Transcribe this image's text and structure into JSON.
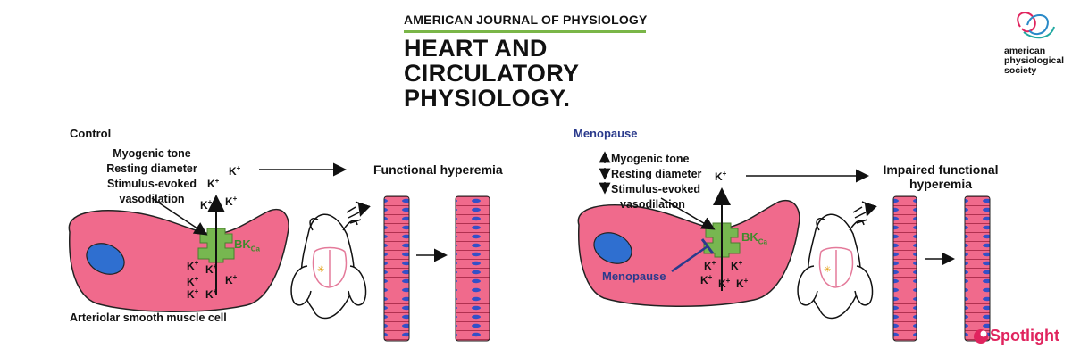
{
  "header": {
    "journal_top": "AMERICAN JOURNAL OF PHYSIOLOGY",
    "journal_line1": "HEART AND",
    "journal_line2": "CIRCULATORY",
    "journal_line3": "PHYSIOLOGY.",
    "society_line1": "american",
    "society_line2": "physiological",
    "society_line3": "society"
  },
  "control": {
    "title": "Control",
    "effects_line1": "Myogenic tone",
    "effects_line2": "Resting diameter",
    "effects_line3": "Stimulus-evoked",
    "effects_line4": "vasodilation",
    "channel_label": "BK",
    "channel_sub": "Ca",
    "ion": "K",
    "ion_charge": "+",
    "outcome": "Functional hyperemia",
    "cell_label": "Arteriolar smooth muscle cell"
  },
  "menopause": {
    "title": "Menopause",
    "effects_line1": "Myogenic tone",
    "effects_line2": "Resting diameter",
    "effects_line3": "Stimulus-evoked",
    "effects_line4": "vasodilation",
    "channel_label": "BK",
    "channel_sub": "Ca",
    "inhibitor_label": "Menopause",
    "ion": "K",
    "ion_charge": "+",
    "outcome_line1": "Impaired functional",
    "outcome_line2": "hyperemia"
  },
  "footer": {
    "badge": "Spotlight"
  },
  "colors": {
    "cell_fill": "#f06a8c",
    "nucleus_fill": "#2f6fd0",
    "channel_fill": "#77b750",
    "menopause_blue": "#2a3a8c",
    "journal_green": "#7ab648",
    "spotlight_pink": "#e0245e"
  }
}
